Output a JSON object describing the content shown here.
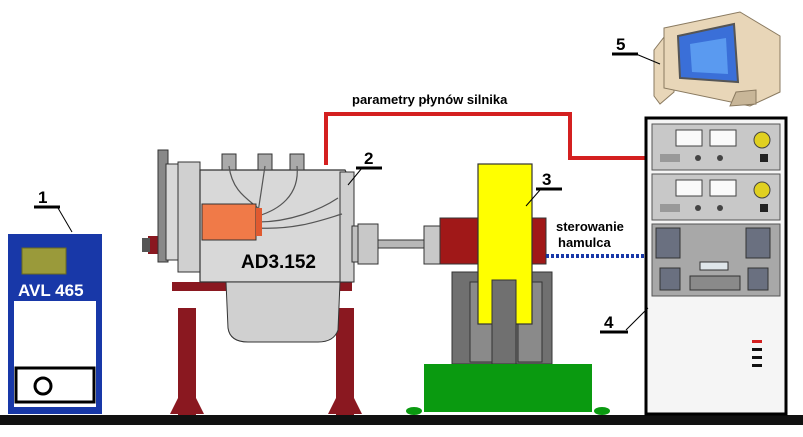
{
  "labels": {
    "n1": "1",
    "n2": "2",
    "n3": "3",
    "n4": "4",
    "n5": "5",
    "analyzer": "AVL 465",
    "engine": "AD3.152",
    "cable_top": "parametry płynów silnika",
    "control_line1": "sterowanie",
    "control_line2": "hamulca"
  },
  "colors": {
    "cable": "#d42020",
    "brake_yellow": "#ffff00",
    "brake_red": "#a01818",
    "base_green": "#0a9a10",
    "stand_maroon": "#8a1820",
    "analyzer_blue": "#1838a8",
    "engine_orange": "#f07a48"
  }
}
